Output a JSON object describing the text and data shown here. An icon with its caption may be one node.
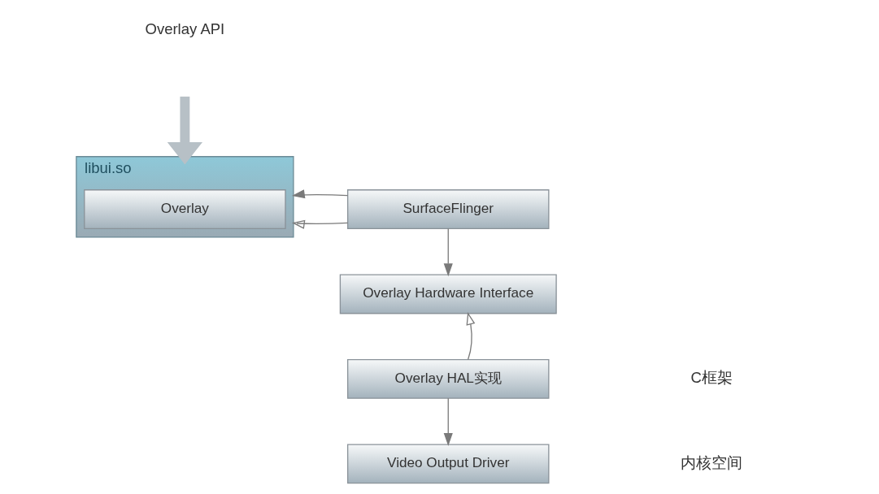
{
  "diagram": {
    "nodes": [
      {
        "text": [
          "libui.so"
        ]
      },
      {
        "text": [
          "Overlay"
        ],
        "in": 0
      },
      {
        "text": [
          "SurfaceFlinger"
        ]
      },
      {
        "text": [
          "Overlay Hardware Interface"
        ]
      },
      {
        "text": [
          "Overlay HAL实现"
        ]
      },
      {
        "text": [
          "Video Output Driver"
        ]
      }
    ],
    "edges": [
      {
        "from": 2,
        "to": 0,
        "arrow": "to"
      },
      {
        "from": 2,
        "to": 0,
        "arrow": "to"
      },
      {
        "from": 2,
        "to": 3,
        "arrow": "to"
      },
      {
        "from": 4,
        "to": 3,
        "arrow": "to"
      },
      {
        "from": 4,
        "to": 5,
        "arrow": "to"
      },
      {
        "from": null,
        "to": 0,
        "arrow": "to",
        "style": "thick"
      }
    ],
    "labels": [
      "Overlay API",
      "C框架",
      "内核空间"
    ]
  }
}
